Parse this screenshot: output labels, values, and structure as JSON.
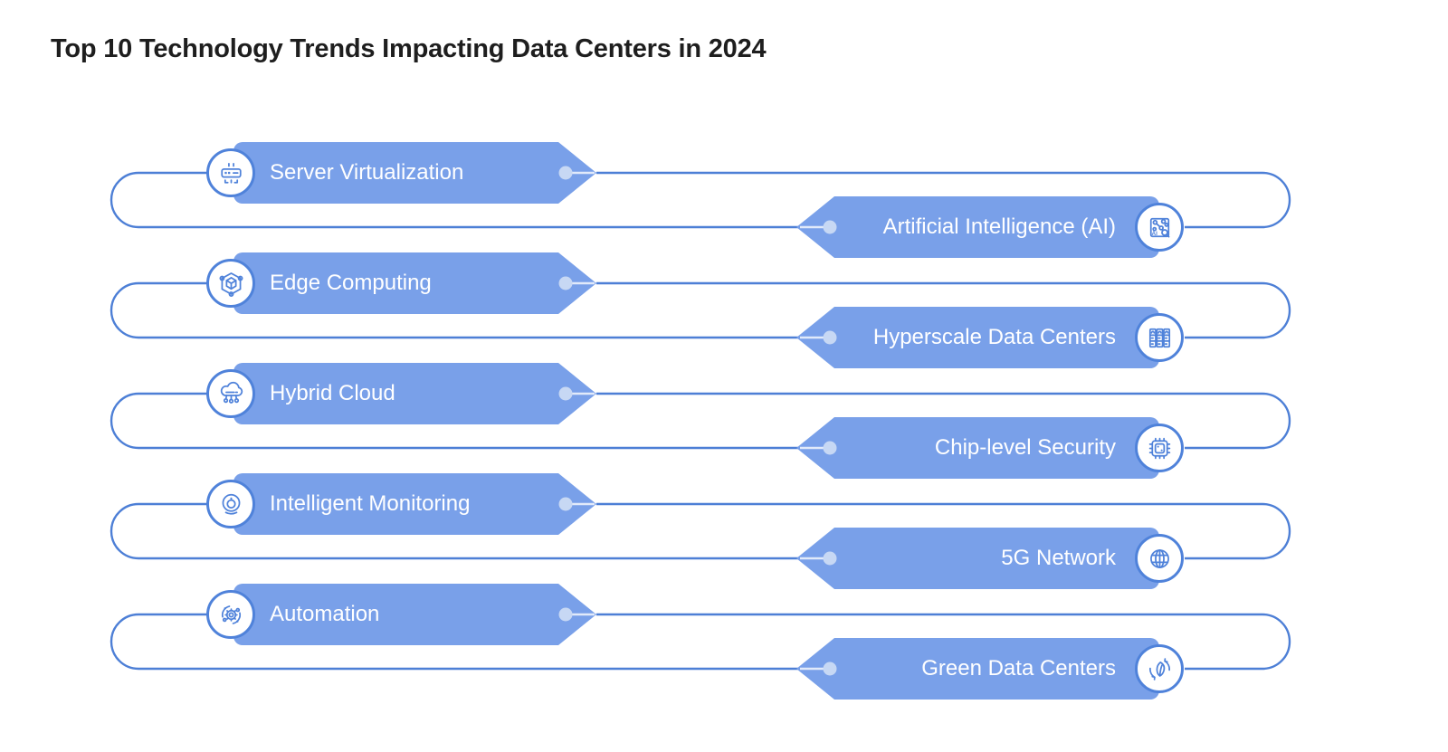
{
  "title": "Top 10 Technology Trends Impacting Data Centers in 2024",
  "colors": {
    "banner_fill": "#79a0e9",
    "connector_line": "#4d7fd6",
    "icon_stroke": "#4f82da",
    "tip_dot": "#c7d8f4",
    "title_text": "#1e1e1e",
    "label_text": "#ffffff"
  },
  "ai_icon_text": "AI",
  "items": [
    {
      "label": "Server Virtualization",
      "side": "left",
      "icon": "server-virtualization-icon"
    },
    {
      "label": "Artificial Intelligence (AI)",
      "side": "right",
      "icon": "ai-circuit-icon"
    },
    {
      "label": "Edge Computing",
      "side": "left",
      "icon": "edge-computing-cube-icon"
    },
    {
      "label": "Hyperscale Data Centers",
      "side": "right",
      "icon": "server-racks-icon"
    },
    {
      "label": "Hybrid Cloud",
      "side": "left",
      "icon": "hybrid-cloud-icon"
    },
    {
      "label": "Chip-level Security",
      "side": "right",
      "icon": "security-chip-icon"
    },
    {
      "label": "Intelligent Monitoring",
      "side": "left",
      "icon": "monitoring-camera-icon"
    },
    {
      "label": "5G Network",
      "side": "right",
      "icon": "globe-icon"
    },
    {
      "label": "Automation",
      "side": "left",
      "icon": "automation-gear-icon"
    },
    {
      "label": "Green Data Centers",
      "side": "right",
      "icon": "leaf-recycle-icon"
    }
  ]
}
